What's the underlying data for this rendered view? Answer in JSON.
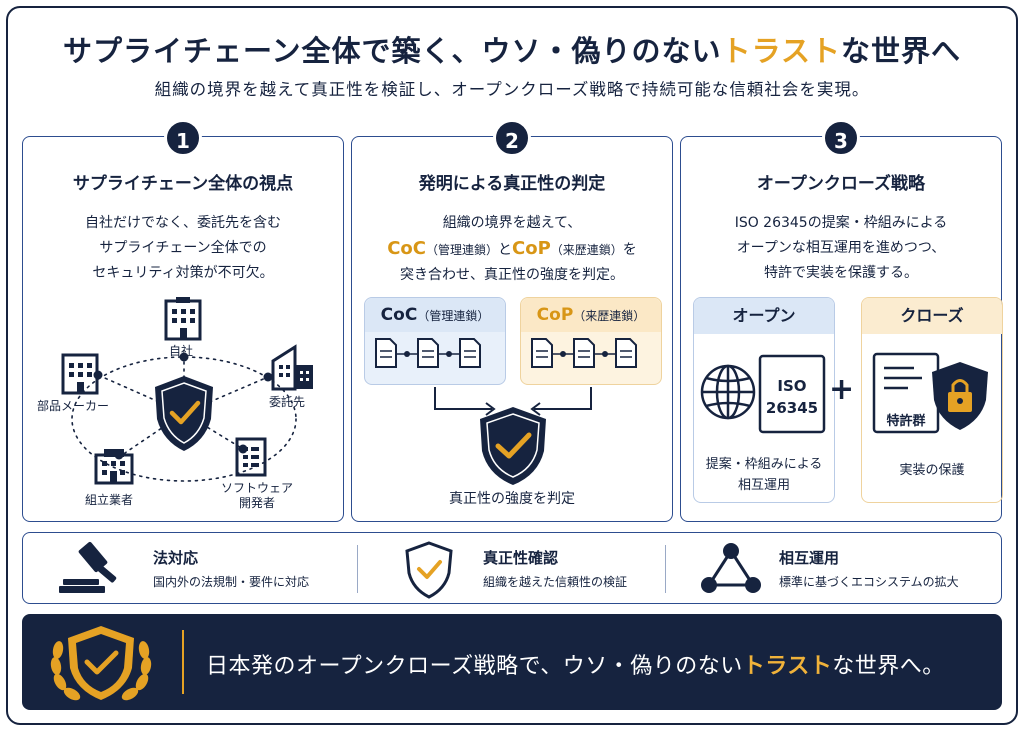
{
  "header": {
    "title_pre": "サプライチェーン全体で築く、ウソ・偽りのない",
    "title_highlight": "トラスト",
    "title_post": "な世界へ",
    "subtitle": "組織の境界を越えて真正性を検証し、オープンクローズ戦略で持続可能な信頼社会を実現。"
  },
  "panel1": {
    "number": "1",
    "title": "サプライチェーン全体の視点",
    "body": [
      "自社だけでなく、委託先を含む",
      "サプライチェーン全体での",
      "セキュリティ対策が不可欠。"
    ],
    "nodes": {
      "self": "自社",
      "contractor": "委託先",
      "parts": "部品メーカー",
      "assembler": "組立業者",
      "software_line1": "ソフトウェア",
      "software_line2": "開発者"
    }
  },
  "panel2": {
    "number": "2",
    "title": "発明による真正性の判定",
    "body_line1": "組織の境界を越えて、",
    "coc": "CoC",
    "coc_note": "（管理連鎖）",
    "and": "と",
    "cop": "CoP",
    "cop_note": "（来歴連鎖）",
    "wo": "を",
    "body_line3": "突き合わせ、真正性の強度を判定。",
    "box_coc_label": "CoC",
    "box_coc_note": "（管理連鎖）",
    "box_cop_label": "CoP",
    "box_cop_note": "（来歴連鎖）",
    "verdict": "真正性の強度を判定"
  },
  "panel3": {
    "number": "3",
    "title": "オープンクローズ戦略",
    "body": [
      "ISO 26345の提案・枠組みによる",
      "オープンな相互運用を進めつつ、",
      "特許で実装を保護する。"
    ],
    "open_label": "オープン",
    "iso_line1": "ISO",
    "iso_line2": "26345",
    "open_caption": [
      "提案・枠組みによる",
      "相互運用"
    ],
    "close_label": "クローズ",
    "patent": "特許群",
    "close_caption": "実装の保護",
    "plus": "+"
  },
  "features": [
    {
      "title": "法対応",
      "desc": "国内外の法規制・要件に対応"
    },
    {
      "title": "真正性確認",
      "desc": "組織を越えた信頼性の検証"
    },
    {
      "title": "相互運用",
      "desc": "標準に基づくエコシステムの拡大"
    }
  ],
  "banner": {
    "pre": "日本発のオープンクローズ戦略で、ウソ・偽りのない",
    "highlight": "トラスト",
    "post": "な世界へ。"
  },
  "colors": {
    "navy": "#16233f",
    "gold": "#e5a224",
    "open_blue": "#dbe7f6",
    "close_beige": "#fbecd0"
  }
}
